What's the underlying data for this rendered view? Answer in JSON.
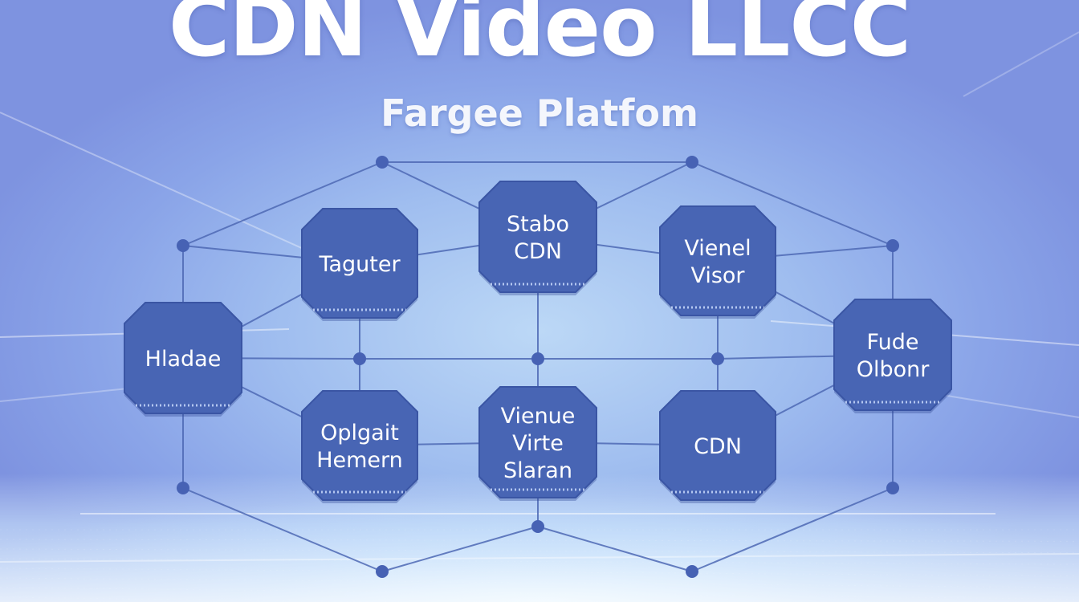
{
  "header": {
    "title": "CDN Video LLCC",
    "subtitle": "Fargee Platfom"
  },
  "colors": {
    "node_fill": "#4865b4",
    "node_stroke": "#3a55a4",
    "edge": "#4d68b4",
    "dot": "#4762b4",
    "title": "#ffffff"
  },
  "nodes": [
    {
      "id": "taguter",
      "lines": [
        "Taguter"
      ]
    },
    {
      "id": "stabo-cdn",
      "lines": [
        "Stabo",
        "CDN"
      ]
    },
    {
      "id": "vienel-visor",
      "lines": [
        "Vienel",
        "Visor"
      ]
    },
    {
      "id": "hladae",
      "lines": [
        "Hladae"
      ]
    },
    {
      "id": "fude-olbonr",
      "lines": [
        "Fude",
        "Olbonr"
      ]
    },
    {
      "id": "oplgait-hemern",
      "lines": [
        "Oplgait",
        "Hemern"
      ]
    },
    {
      "id": "vienue-virte-slaran",
      "lines": [
        "Vienue",
        "Virte",
        "Slaran"
      ]
    },
    {
      "id": "cdn",
      "lines": [
        "CDN"
      ]
    }
  ]
}
